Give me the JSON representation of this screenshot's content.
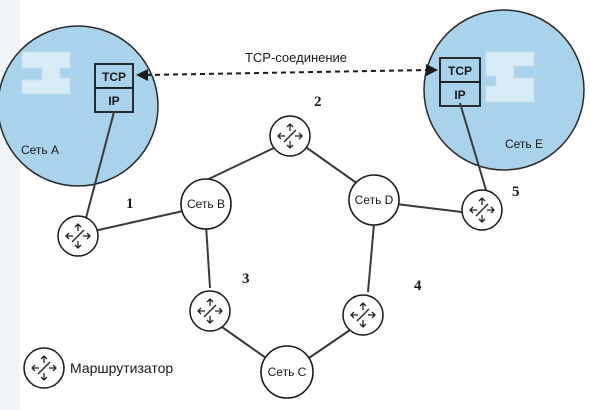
{
  "connection_label": "TCP-соединение",
  "networks": {
    "a": {
      "label": "Сеть A",
      "stack_top": "TCP",
      "stack_bottom": "IP"
    },
    "e": {
      "label": "Сеть E",
      "stack_top": "TCP",
      "stack_bottom": "IP"
    },
    "b": "Сеть B",
    "c": "Сеть C",
    "d": "Сеть D"
  },
  "router_numbers": [
    "1",
    "2",
    "3",
    "4",
    "5"
  ],
  "legend": {
    "label": "Маршрутизатор",
    "icon": "router-icon"
  }
}
